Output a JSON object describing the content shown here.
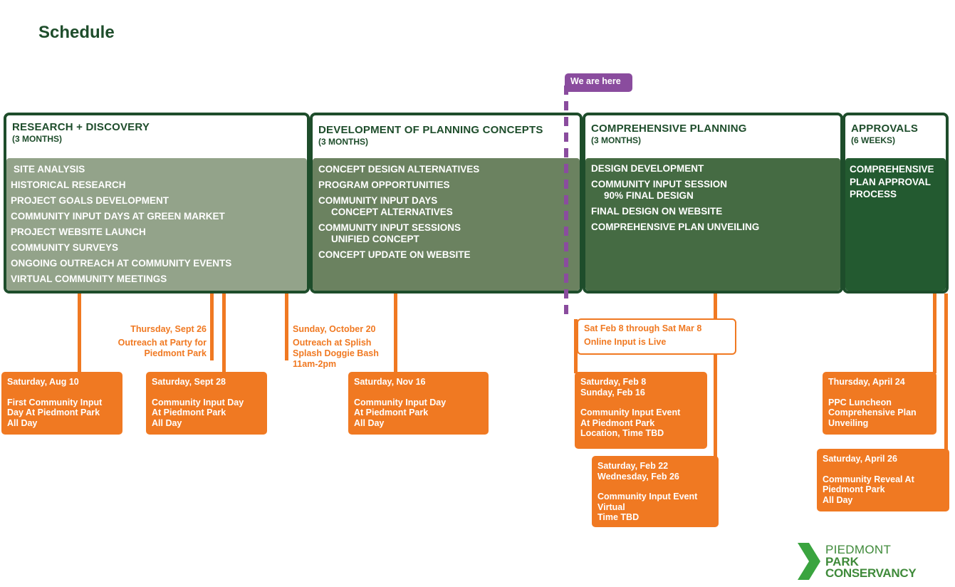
{
  "title": "Schedule",
  "we_are_here": "We are here",
  "colors": {
    "dark_green": "#1e4d2b",
    "orange": "#f07922",
    "purple": "#8a4c9e"
  },
  "phases": [
    {
      "title": "RESEARCH + DISCOVERY",
      "duration": "(3 MONTHS)",
      "items": [
        {
          "text": "SITE ANALYSIS"
        },
        {
          "text": "HISTORICAL RESEARCH"
        },
        {
          "text": "PROJECT GOALS DEVELOPMENT"
        },
        {
          "text": "COMMUNITY INPUT DAYS AT GREEN MARKET"
        },
        {
          "text": "PROJECT WEBSITE LAUNCH"
        },
        {
          "text": "COMMUNITY SURVEYS"
        },
        {
          "text": "ONGOING OUTREACH AT COMMUNITY EVENTS"
        },
        {
          "text": "VIRTUAL COMMUNITY MEETINGS"
        }
      ]
    },
    {
      "title": "DEVELOPMENT OF PLANNING CONCEPTS",
      "duration": "(3 MONTHS)",
      "items": [
        {
          "text": "CONCEPT DESIGN ALTERNATIVES"
        },
        {
          "text": "PROGRAM OPPORTUNITIES"
        },
        {
          "text": "COMMUNITY INPUT DAYS",
          "sub": "CONCEPT ALTERNATIVES"
        },
        {
          "text": "COMMUNITY INPUT SESSIONS",
          "sub": "UNIFIED CONCEPT"
        },
        {
          "text": "CONCEPT UPDATE ON WEBSITE"
        }
      ]
    },
    {
      "title": "COMPREHENSIVE PLANNING",
      "duration": "(3 MONTHS)",
      "items": [
        {
          "text": "DESIGN DEVELOPMENT"
        },
        {
          "text": "COMMUNITY INPUT SESSION",
          "sub": "90% FINAL DESIGN"
        },
        {
          "text": "FINAL DESIGN ON WEBSITE"
        },
        {
          "text": "COMPREHENSIVE PLAN UNVEILING"
        }
      ]
    },
    {
      "title": "APPROVALS",
      "duration": "(6 WEEKS)",
      "items": [
        {
          "text": "COMPREHENSIVE"
        },
        {
          "text": "PLAN APPROVAL"
        },
        {
          "text": "PROCESS"
        }
      ]
    }
  ],
  "notes": [
    {
      "date": "Thursday, Sept 26",
      "lines": [
        "Outreach at Party for",
        "Piedmont Park"
      ]
    },
    {
      "date": "Sunday, October 20",
      "lines": [
        "Outreach at Splish",
        "Splash Doggie Bash",
        "11am-2pm"
      ]
    }
  ],
  "online": {
    "line1": "Sat Feb 8 through Sat Mar 8",
    "line2": "Online Input is Live"
  },
  "events": [
    {
      "dates": [
        "Saturday, Aug 10"
      ],
      "lines": [
        "First Community Input",
        "Day At Piedmont Park",
        "All Day"
      ]
    },
    {
      "dates": [
        "Saturday, Sept 28"
      ],
      "lines": [
        "Community Input Day",
        "At Piedmont Park",
        "All Day"
      ]
    },
    {
      "dates": [
        "Saturday, Nov 16"
      ],
      "lines": [
        "Community Input Day",
        "At Piedmont Park",
        "All Day"
      ]
    },
    {
      "dates": [
        "Saturday, Feb 8",
        "Sunday, Feb 16"
      ],
      "lines": [
        "Community Input Event",
        "At Piedmont Park",
        "Location, Time TBD"
      ]
    },
    {
      "dates": [
        "Saturday, Feb 22",
        "Wednesday, Feb 26"
      ],
      "lines": [
        "Community Input Event",
        "Virtual",
        "Time TBD"
      ]
    },
    {
      "dates": [
        "Thursday, April 24"
      ],
      "lines": [
        "PPC Luncheon",
        "Comprehensive Plan",
        "Unveiling"
      ]
    },
    {
      "dates": [
        "Saturday, April 26"
      ],
      "lines": [
        "Community Reveal At",
        "Piedmont Park",
        "All Day"
      ]
    }
  ],
  "logo": {
    "line1": "PIEDMONT",
    "line2": "PARK",
    "line3": "CONSERVANCY"
  }
}
